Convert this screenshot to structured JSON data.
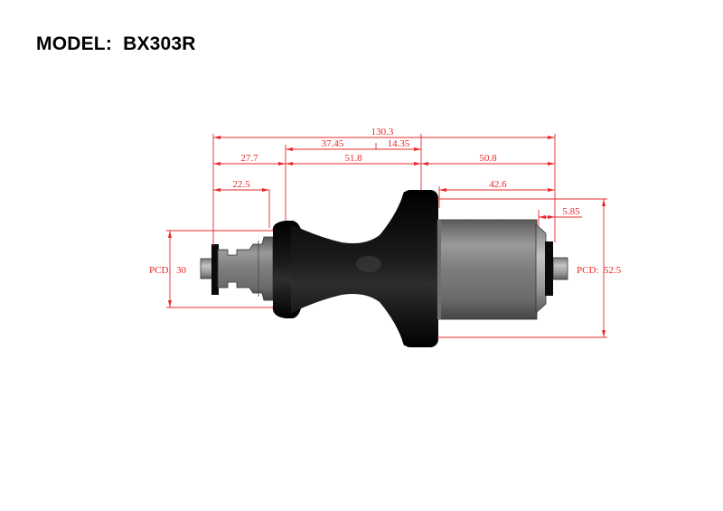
{
  "title": "MODEL:  BX303R",
  "colors": {
    "dimension": "#e8282c",
    "body_dark": "#111111",
    "body_gray": "#8a8a8a"
  },
  "dimensions": {
    "overall_length": "130.3",
    "d_37_45": "37.45",
    "d_14_35": "14.35",
    "d_27_7": "27.7",
    "d_51_8": "51.8",
    "d_50_8": "50.8",
    "d_22_5": "22.5",
    "d_42_6": "42.6",
    "d_5_85": "5.85",
    "pcd_left": "PCD:  30",
    "pcd_right": "PCD:  52.5"
  }
}
